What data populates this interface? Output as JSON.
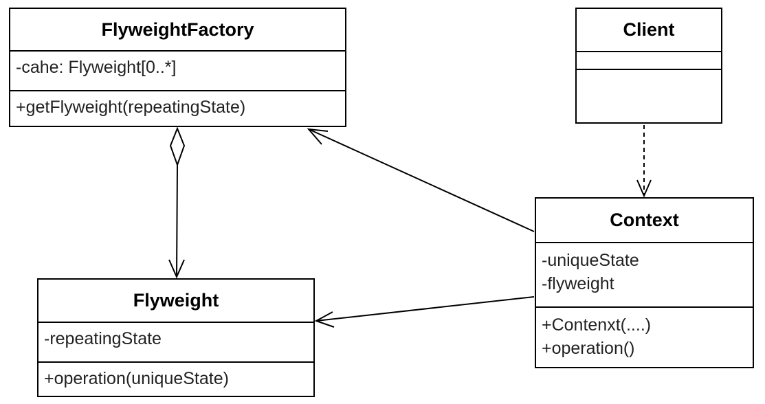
{
  "classes": {
    "factory": {
      "name": "FlyweightFactory",
      "attributes": [
        "-cahe: Flyweight[0..*]"
      ],
      "operations": [
        "+getFlyweight(repeatingState)"
      ]
    },
    "client": {
      "name": "Client",
      "attributes": [],
      "operations": []
    },
    "context": {
      "name": "Context",
      "attributes": [
        "-uniqueState",
        "-flyweight"
      ],
      "operations": [
        "+Contenxt(....)",
        "+operation()"
      ]
    },
    "flyweight": {
      "name": "Flyweight",
      "attributes": [
        "-repeatingState"
      ],
      "operations": [
        "+operation(uniqueState)"
      ]
    }
  },
  "relationships": [
    {
      "from": "FlyweightFactory",
      "to": "Flyweight",
      "kind": "aggregation"
    },
    {
      "from": "Context",
      "to": "FlyweightFactory",
      "kind": "association"
    },
    {
      "from": "Context",
      "to": "Flyweight",
      "kind": "association"
    },
    {
      "from": "Client",
      "to": "Context",
      "kind": "dependency"
    }
  ],
  "colors": {
    "line": "#000000",
    "background": "#ffffff",
    "member_text": "#222222"
  }
}
